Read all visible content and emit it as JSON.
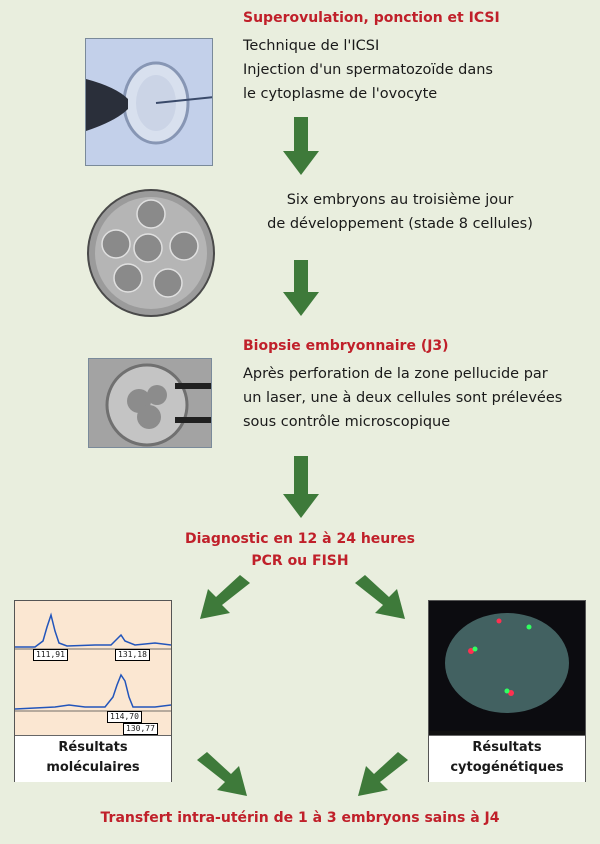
{
  "step1": {
    "title": "Superovulation, ponction et ICSI",
    "lines": [
      "Technique de l'ICSI",
      "Injection d'un spermatozoïde dans",
      "le cytoplasme de l'ovocyte"
    ]
  },
  "step2": {
    "lines": [
      "Six embryons au troisième jour",
      "de développement (stade 8 cellules)"
    ]
  },
  "step3": {
    "title": "Biopsie embryonnaire (J3)",
    "lines": [
      "Après perforation de la zone pellucide par",
      "un laser, une à deux cellules sont prélevées",
      "sous contrôle microscopique"
    ]
  },
  "diagnostic": {
    "line1": "Diagnostic en 12 à 24 heures",
    "line2": "PCR ou FISH"
  },
  "molecular": {
    "caption": [
      "Résultats",
      "moléculaires"
    ],
    "peak_labels": [
      "111,91",
      "131,18",
      "114,70",
      "130,77"
    ]
  },
  "cytogenetic": {
    "caption": [
      "Résultats",
      "cytogénétiques"
    ]
  },
  "final": "Transfert intra-utérin de 1 à 3 embryons sains à J4",
  "colors": {
    "accent": "#c0202a",
    "arrow": "#3e7a3a",
    "background": "#e9eede"
  }
}
